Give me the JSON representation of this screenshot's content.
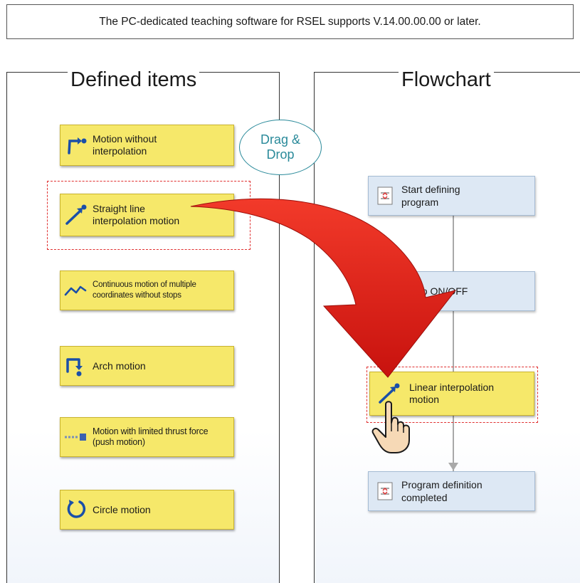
{
  "notice": "The PC-dedicated teaching software for RSEL supports V.14.00.00.00 or later.",
  "left_panel": {
    "title": "Defined items",
    "items": [
      {
        "label": "Motion without interpolation",
        "icon": "motion-without-interpolation-icon"
      },
      {
        "label": "Straight line interpolation motion",
        "icon": "straight-line-interpolation-icon",
        "highlighted": true
      },
      {
        "label": "Continuous motion of multiple coordinates without stops",
        "icon": "continuous-motion-icon"
      },
      {
        "label": "Arch motion",
        "icon": "arch-motion-icon"
      },
      {
        "label": "Motion with limited thrust force (push motion)",
        "icon": "push-motion-icon"
      },
      {
        "label": "Circle motion",
        "icon": "circle-motion-icon"
      }
    ]
  },
  "callout": {
    "text_line1": "Drag &",
    "text_line2": "Drop"
  },
  "right_panel": {
    "title": "Flowchart",
    "steps": [
      {
        "label": "Start defining program",
        "style": "blue",
        "icon": "document-icon"
      },
      {
        "label": "Servo ON/OFF",
        "style": "blue",
        "icon": "document-icon"
      },
      {
        "label": "Linear interpolation motion",
        "style": "yellow",
        "icon": "straight-line-interpolation-icon",
        "highlighted": true
      },
      {
        "label": "Program definition completed",
        "style": "blue",
        "icon": "document-icon"
      }
    ]
  },
  "colors": {
    "item_yellow": "#f6e86a",
    "flow_blue": "#dde8f4",
    "highlight_dash": "#e03030",
    "callout_teal": "#2a8a9a",
    "arrow_red": "#e01f1f"
  }
}
